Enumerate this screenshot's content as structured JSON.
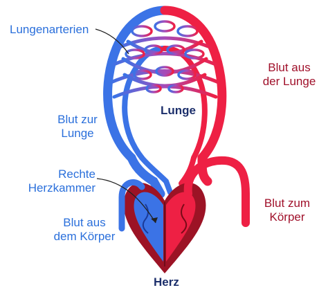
{
  "labels": {
    "lungenarterien": "Lungenarterien",
    "blut_aus_lunge_1": "Blut aus",
    "blut_aus_lunge_2": "der Lunge",
    "lunge": "Lunge",
    "blut_zur_lunge_1": "Blut zur",
    "blut_zur_lunge_2": "Lunge",
    "rechte_1": "Rechte",
    "rechte_2": "Herzkammer",
    "blut_zum_koerper_1": "Blut zum",
    "blut_zum_koerper_2": "Körper",
    "blut_aus_koerper_1": "Blut aus",
    "blut_aus_koerper_2": "dem Körper",
    "herz": "Herz"
  },
  "colors": {
    "deoxygenated": "#3b73e6",
    "oxygenated": "#ee2044",
    "heart_wall": "#9c1325",
    "heart_dark": "#6f0c1a",
    "label_blue": "#2a6fdb",
    "label_red": "#a0102a",
    "label_dark": "#1c2f6b"
  }
}
